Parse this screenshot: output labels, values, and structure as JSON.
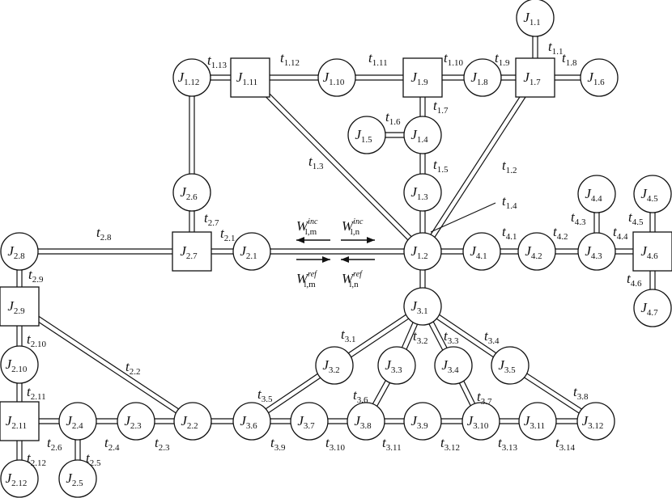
{
  "nodes": [
    {
      "id": "J1.1",
      "shape": "circle",
      "letter": "J",
      "sub": "1.1"
    },
    {
      "id": "J1.6",
      "shape": "circle",
      "letter": "J",
      "sub": "1.6"
    },
    {
      "id": "J1.7",
      "shape": "square",
      "letter": "J",
      "sub": "1.7"
    },
    {
      "id": "J1.8",
      "shape": "circle",
      "letter": "J",
      "sub": "1.8"
    },
    {
      "id": "J1.9",
      "shape": "square",
      "letter": "J",
      "sub": "1.9"
    },
    {
      "id": "J1.10",
      "shape": "circle",
      "letter": "J",
      "sub": "1.10"
    },
    {
      "id": "J1.11",
      "shape": "square",
      "letter": "J",
      "sub": "1.11"
    },
    {
      "id": "J1.12",
      "shape": "circle",
      "letter": "J",
      "sub": "1.12"
    },
    {
      "id": "J1.5",
      "shape": "circle",
      "letter": "J",
      "sub": "1.5"
    },
    {
      "id": "J1.4",
      "shape": "circle",
      "letter": "J",
      "sub": "1.4"
    },
    {
      "id": "J1.3",
      "shape": "circle",
      "letter": "J",
      "sub": "1.3"
    },
    {
      "id": "J2.6",
      "shape": "circle",
      "letter": "J",
      "sub": "2.6"
    },
    {
      "id": "J4.4",
      "shape": "circle",
      "letter": "J",
      "sub": "4.4"
    },
    {
      "id": "J4.5",
      "shape": "circle",
      "letter": "J",
      "sub": "4.5"
    },
    {
      "id": "J2.8",
      "shape": "circle",
      "letter": "J",
      "sub": "2.8"
    },
    {
      "id": "J2.7",
      "shape": "square",
      "letter": "J",
      "sub": "2.7"
    },
    {
      "id": "J2.1",
      "shape": "circle",
      "letter": "J",
      "sub": "2.1"
    },
    {
      "id": "J1.2",
      "shape": "circle",
      "letter": "J",
      "sub": "1.2"
    },
    {
      "id": "J4.1",
      "shape": "circle",
      "letter": "J",
      "sub": "4.1"
    },
    {
      "id": "J4.2",
      "shape": "circle",
      "letter": "J",
      "sub": "4.2"
    },
    {
      "id": "J4.3",
      "shape": "circle",
      "letter": "J",
      "sub": "4.3"
    },
    {
      "id": "J4.6",
      "shape": "square",
      "letter": "J",
      "sub": "4.6"
    },
    {
      "id": "J2.9",
      "shape": "square",
      "letter": "J",
      "sub": "2.9"
    },
    {
      "id": "J3.1",
      "shape": "circle",
      "letter": "J",
      "sub": "3.1"
    },
    {
      "id": "J4.7",
      "shape": "circle",
      "letter": "J",
      "sub": "4.7"
    },
    {
      "id": "J2.10",
      "shape": "circle",
      "letter": "J",
      "sub": "2.10"
    },
    {
      "id": "J3.2",
      "shape": "circle",
      "letter": "J",
      "sub": "3.2"
    },
    {
      "id": "J3.3",
      "shape": "circle",
      "letter": "J",
      "sub": "3.3"
    },
    {
      "id": "J3.4",
      "shape": "circle",
      "letter": "J",
      "sub": "3.4"
    },
    {
      "id": "J3.5",
      "shape": "circle",
      "letter": "J",
      "sub": "3.5"
    },
    {
      "id": "J2.11",
      "shape": "square",
      "letter": "J",
      "sub": "2.11"
    },
    {
      "id": "J2.4",
      "shape": "circle",
      "letter": "J",
      "sub": "2.4"
    },
    {
      "id": "J2.3",
      "shape": "circle",
      "letter": "J",
      "sub": "2.3"
    },
    {
      "id": "J2.2",
      "shape": "circle",
      "letter": "J",
      "sub": "2.2"
    },
    {
      "id": "J3.6",
      "shape": "circle",
      "letter": "J",
      "sub": "3.6"
    },
    {
      "id": "J3.7",
      "shape": "circle",
      "letter": "J",
      "sub": "3.7"
    },
    {
      "id": "J3.8",
      "shape": "circle",
      "letter": "J",
      "sub": "3.8"
    },
    {
      "id": "J3.9",
      "shape": "circle",
      "letter": "J",
      "sub": "3.9"
    },
    {
      "id": "J3.10",
      "shape": "circle",
      "letter": "J",
      "sub": "3.10"
    },
    {
      "id": "J3.11",
      "shape": "circle",
      "letter": "J",
      "sub": "3.11"
    },
    {
      "id": "J3.12",
      "shape": "circle",
      "letter": "J",
      "sub": "3.12"
    },
    {
      "id": "J2.12",
      "shape": "circle",
      "letter": "J",
      "sub": "2.12"
    },
    {
      "id": "J2.5",
      "shape": "circle",
      "letter": "J",
      "sub": "2.5"
    }
  ],
  "edges": [
    {
      "id": "e1.1",
      "from": "J1.1",
      "to": "J1.7"
    },
    {
      "id": "e1.8",
      "from": "J1.7",
      "to": "J1.6"
    },
    {
      "id": "e1.9",
      "from": "J1.8",
      "to": "J1.7"
    },
    {
      "id": "e1.10",
      "from": "J1.9",
      "to": "J1.8"
    },
    {
      "id": "e1.11",
      "from": "J1.10",
      "to": "J1.9"
    },
    {
      "id": "e1.12",
      "from": "J1.11",
      "to": "J1.10"
    },
    {
      "id": "e1.13",
      "from": "J1.12",
      "to": "J1.11"
    },
    {
      "id": "e1.7",
      "from": "J1.9",
      "to": "J1.4"
    },
    {
      "id": "e1.6",
      "from": "J1.5",
      "to": "J1.4"
    },
    {
      "id": "e1.5",
      "from": "J1.4",
      "to": "J1.3"
    },
    {
      "id": "e1.4",
      "from": "J1.3",
      "to": "J1.2"
    },
    {
      "id": "e1.3",
      "from": "J1.11",
      "to": "J1.2"
    },
    {
      "id": "e1.2",
      "from": "J1.7",
      "to": "J1.2"
    },
    {
      "id": "e2.6v",
      "from": "J1.12",
      "to": "J2.6"
    },
    {
      "id": "e2.7",
      "from": "J2.6",
      "to": "J2.7"
    },
    {
      "id": "e2.8",
      "from": "J2.8",
      "to": "J2.7"
    },
    {
      "id": "e2.1a",
      "from": "J2.7",
      "to": "J2.1"
    },
    {
      "id": "e2.1b",
      "from": "J2.1",
      "to": "J1.2"
    },
    {
      "id": "e4.1",
      "from": "J1.2",
      "to": "J4.1"
    },
    {
      "id": "e4.1b",
      "from": "J4.1",
      "to": "J4.2"
    },
    {
      "id": "e4.2",
      "from": "J4.2",
      "to": "J4.3"
    },
    {
      "id": "e4.3",
      "from": "J4.4",
      "to": "J4.3"
    },
    {
      "id": "e4.4",
      "from": "J4.3",
      "to": "J4.6"
    },
    {
      "id": "e4.5",
      "from": "J4.5",
      "to": "J4.6"
    },
    {
      "id": "e4.6",
      "from": "J4.6",
      "to": "J4.7"
    },
    {
      "id": "e3.0",
      "from": "J1.2",
      "to": "J3.1"
    },
    {
      "id": "e2.9",
      "from": "J2.8",
      "to": "J2.9"
    },
    {
      "id": "e2.10",
      "from": "J2.9",
      "to": "J2.10"
    },
    {
      "id": "e2.11",
      "from": "J2.10",
      "to": "J2.11"
    },
    {
      "id": "e2.12",
      "from": "J2.11",
      "to": "J2.12"
    },
    {
      "id": "e2.2",
      "from": "J2.9",
      "to": "J2.2"
    },
    {
      "id": "e2.6",
      "from": "J2.11",
      "to": "J2.4"
    },
    {
      "id": "e2.5",
      "from": "J2.4",
      "to": "J2.5"
    },
    {
      "id": "e2.4",
      "from": "J2.4",
      "to": "J2.3"
    },
    {
      "id": "e2.3",
      "from": "J2.3",
      "to": "J2.2"
    },
    {
      "id": "e3.x",
      "from": "J2.2",
      "to": "J3.6"
    },
    {
      "id": "e3.1",
      "from": "J3.1",
      "to": "J3.2"
    },
    {
      "id": "e3.2",
      "from": "J3.1",
      "to": "J3.3"
    },
    {
      "id": "e3.3",
      "from": "J3.1",
      "to": "J3.4"
    },
    {
      "id": "e3.4",
      "from": "J3.1",
      "to": "J3.5"
    },
    {
      "id": "e3.5",
      "from": "J3.2",
      "to": "J3.6"
    },
    {
      "id": "e3.6",
      "from": "J3.3",
      "to": "J3.8"
    },
    {
      "id": "e3.7",
      "from": "J3.4",
      "to": "J3.10"
    },
    {
      "id": "e3.8",
      "from": "J3.5",
      "to": "J3.12"
    },
    {
      "id": "e3.9",
      "from": "J3.6",
      "to": "J3.7"
    },
    {
      "id": "e3.10",
      "from": "J3.7",
      "to": "J3.8"
    },
    {
      "id": "e3.11",
      "from": "J3.8",
      "to": "J3.9"
    },
    {
      "id": "e3.12",
      "from": "J3.9",
      "to": "J3.10"
    },
    {
      "id": "e3.13",
      "from": "J3.10",
      "to": "J3.11"
    },
    {
      "id": "e3.14",
      "from": "J3.11",
      "to": "J3.12"
    }
  ],
  "edge_labels": [
    {
      "id": "t1.1",
      "letter": "t",
      "sub": "1.1"
    },
    {
      "id": "t1.8",
      "letter": "t",
      "sub": "1.8"
    },
    {
      "id": "t1.9",
      "letter": "t",
      "sub": "1.9"
    },
    {
      "id": "t1.10",
      "letter": "t",
      "sub": "1.10"
    },
    {
      "id": "t1.11",
      "letter": "t",
      "sub": "1.11"
    },
    {
      "id": "t1.12",
      "letter": "t",
      "sub": "1.12"
    },
    {
      "id": "t1.13",
      "letter": "t",
      "sub": "1.13"
    },
    {
      "id": "t1.7",
      "letter": "t",
      "sub": "1.7"
    },
    {
      "id": "t1.6",
      "letter": "t",
      "sub": "1.6"
    },
    {
      "id": "t1.5",
      "letter": "t",
      "sub": "1.5"
    },
    {
      "id": "t1.3",
      "letter": "t",
      "sub": "1.3"
    },
    {
      "id": "t1.2",
      "letter": "t",
      "sub": "1.2"
    },
    {
      "id": "t1.4",
      "letter": "t",
      "sub": "1.4"
    },
    {
      "id": "t2.7",
      "letter": "t",
      "sub": "2.7"
    },
    {
      "id": "t2.1",
      "letter": "t",
      "sub": "2.1"
    },
    {
      "id": "t2.8",
      "letter": "t",
      "sub": "2.8"
    },
    {
      "id": "t4.3",
      "letter": "t",
      "sub": "4.3"
    },
    {
      "id": "t4.5",
      "letter": "t",
      "sub": "4.5"
    },
    {
      "id": "t4.1",
      "letter": "t",
      "sub": "4.1"
    },
    {
      "id": "t4.2",
      "letter": "t",
      "sub": "4.2"
    },
    {
      "id": "t4.4",
      "letter": "t",
      "sub": "4.4"
    },
    {
      "id": "t4.6",
      "letter": "t",
      "sub": "4.6"
    },
    {
      "id": "t2.9",
      "letter": "t",
      "sub": "2.9"
    },
    {
      "id": "t2.10",
      "letter": "t",
      "sub": "2.10"
    },
    {
      "id": "t2.11",
      "letter": "t",
      "sub": "2.11"
    },
    {
      "id": "t2.12",
      "letter": "t",
      "sub": "2.12"
    },
    {
      "id": "t2.2",
      "letter": "t",
      "sub": "2.2"
    },
    {
      "id": "t2.6",
      "letter": "t",
      "sub": "2.6"
    },
    {
      "id": "t2.5",
      "letter": "t",
      "sub": "2.5"
    },
    {
      "id": "t2.4",
      "letter": "t",
      "sub": "2.4"
    },
    {
      "id": "t2.3",
      "letter": "t",
      "sub": "2.3"
    },
    {
      "id": "t3.1",
      "letter": "t",
      "sub": "3.1"
    },
    {
      "id": "t3.2",
      "letter": "t",
      "sub": "3.2"
    },
    {
      "id": "t3.3",
      "letter": "t",
      "sub": "3.3"
    },
    {
      "id": "t3.4",
      "letter": "t",
      "sub": "3.4"
    },
    {
      "id": "t3.5",
      "letter": "t",
      "sub": "3.5"
    },
    {
      "id": "t3.6",
      "letter": "t",
      "sub": "3.6"
    },
    {
      "id": "t3.7",
      "letter": "t",
      "sub": "3.7"
    },
    {
      "id": "t3.8",
      "letter": "t",
      "sub": "3.8"
    },
    {
      "id": "t3.9",
      "letter": "t",
      "sub": "3.9"
    },
    {
      "id": "t3.10",
      "letter": "t",
      "sub": "3.10"
    },
    {
      "id": "t3.11",
      "letter": "t",
      "sub": "3.11"
    },
    {
      "id": "t3.12",
      "letter": "t",
      "sub": "3.12"
    },
    {
      "id": "t3.13",
      "letter": "t",
      "sub": "3.13"
    },
    {
      "id": "t3.14",
      "letter": "t",
      "sub": "3.14"
    }
  ],
  "wave_labels": [
    {
      "id": "w-inc-m",
      "letter": "W",
      "sub": "l,m",
      "sup": "inc"
    },
    {
      "id": "w-inc-n",
      "letter": "W",
      "sub": "l,n",
      "sup": "inc"
    },
    {
      "id": "w-ref-m",
      "letter": "W",
      "sub": "l,m",
      "sup": "ref"
    },
    {
      "id": "w-ref-n",
      "letter": "W",
      "sub": "l,n",
      "sup": "ref"
    }
  ],
  "arrows": [
    {
      "id": "arrow-inc-left",
      "direction": "left"
    },
    {
      "id": "arrow-inc-right",
      "direction": "right"
    },
    {
      "id": "arrow-ref-right",
      "direction": "right"
    },
    {
      "id": "arrow-ref-left",
      "direction": "left"
    }
  ],
  "colors": {
    "stroke": "#111111",
    "fill": "#ffffff",
    "text": "#111111"
  }
}
